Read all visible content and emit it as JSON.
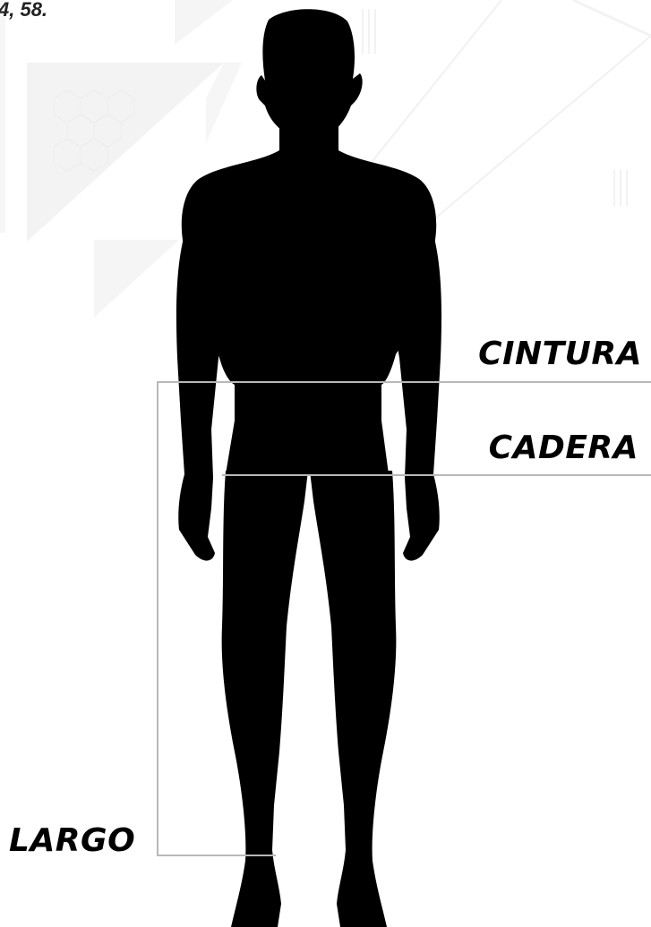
{
  "top_note": "4, 58.",
  "labels": {
    "cintura": "CINTURA",
    "cadera": "CADERA",
    "largo": "LARGO"
  },
  "colors": {
    "silhouette": "#000000",
    "measure_line": "#b8b8b8",
    "label_text": "#000000",
    "background_shape": "#f3f3f3"
  },
  "icons": [
    "human-silhouette-icon"
  ]
}
